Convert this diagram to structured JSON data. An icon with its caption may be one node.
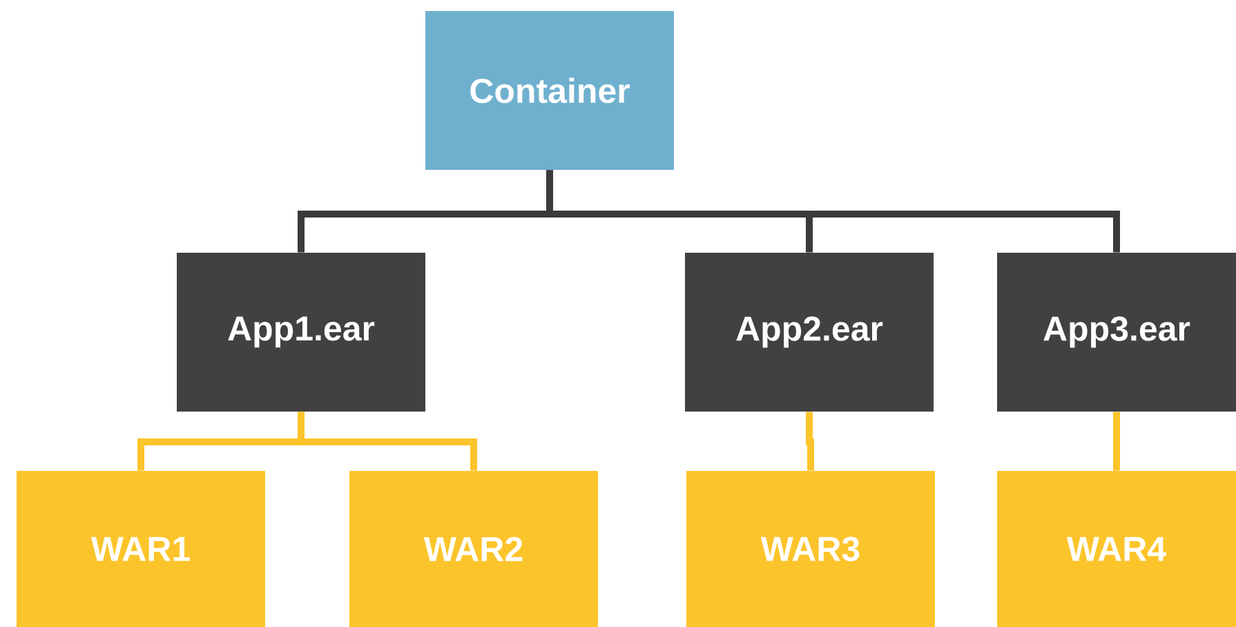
{
  "diagram": {
    "nodes": [
      {
        "text": [
          "Container"
        ]
      },
      {
        "text": [
          "App1.ear"
        ]
      },
      {
        "text": [
          "App2.ear"
        ]
      },
      {
        "text": [
          "App3.ear"
        ]
      },
      {
        "text": [
          "WAR1"
        ]
      },
      {
        "text": [
          "WAR2"
        ]
      },
      {
        "text": [
          "WAR3"
        ]
      },
      {
        "text": [
          "WAR4"
        ]
      }
    ],
    "edges": [
      {
        "from": 0,
        "to": 1,
        "arrow": "none",
        "color": "#3b3b3c"
      },
      {
        "from": 0,
        "to": 2,
        "arrow": "none",
        "color": "#3b3b3c"
      },
      {
        "from": 0,
        "to": 3,
        "arrow": "none",
        "color": "#3b3b3c"
      },
      {
        "from": 1,
        "to": 4,
        "arrow": "none",
        "color": "#fcc42b"
      },
      {
        "from": 1,
        "to": 5,
        "arrow": "none",
        "color": "#fcc42b"
      },
      {
        "from": 2,
        "to": 6,
        "arrow": "none",
        "color": "#fcc42b"
      },
      {
        "from": 3,
        "to": 7,
        "arrow": "none",
        "color": "#fcc42b"
      }
    ]
  }
}
